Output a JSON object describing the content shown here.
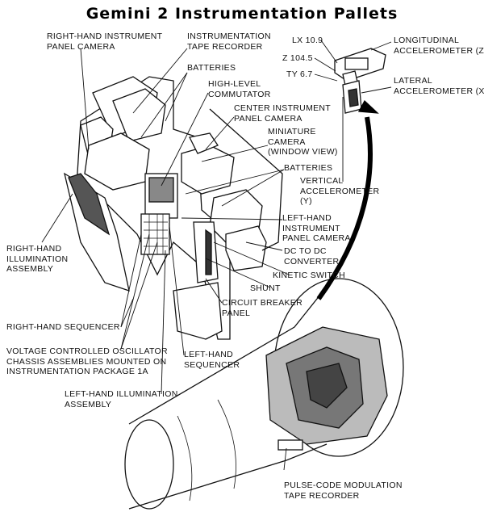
{
  "title": "Gemini 2 Instrumentation Pallets",
  "labels": {
    "rh_camera": [
      "RIGHT-HAND INSTRUMENT",
      "PANEL CAMERA"
    ],
    "tape_recorder": [
      "INSTRUMENTATION",
      "TAPE RECORDER"
    ],
    "batteries_top": [
      "BATTERIES"
    ],
    "commutator": [
      "HIGH-LEVEL",
      "COMMUTATOR"
    ],
    "center_camera": [
      "CENTER INSTRUMENT",
      "PANEL CAMERA"
    ],
    "mini_camera": [
      "MINIATURE",
      "CAMERA",
      "(WINDOW VIEW)"
    ],
    "batteries_mid": [
      "BATTERIES"
    ],
    "vertical_accel": [
      "VERTICAL",
      "ACCELEROMETER",
      "(Y)"
    ],
    "lh_camera": [
      "LEFT-HAND",
      "INSTRUMENT",
      "PANEL CAMERA"
    ],
    "converter": [
      "DC TO DC",
      "CONVERTER"
    ],
    "kinetic_switch": [
      "KINETIC SWITCH"
    ],
    "shunt": [
      "SHUNT"
    ],
    "breaker": [
      "CIRCUIT BREAKER",
      "PANEL"
    ],
    "lh_sequencer": [
      "LEFT-HAND",
      "SEQUENCER"
    ],
    "rh_illumination": [
      "RIGHT-HAND",
      "ILLUMINATION",
      "ASSEMBLY"
    ],
    "rh_sequencer": [
      "RIGHT-HAND SEQUENCER"
    ],
    "vco": [
      "VOLTAGE CONTROLLED OSCILLATOR",
      "CHASSIS ASSEMBLIES MOUNTED ON",
      "INSTRUMENTATION PACKAGE 1A"
    ],
    "lh_illumination": [
      "LEFT-HAND ILLUMINATION",
      "ASSEMBLY"
    ],
    "pcm_recorder": [
      "PULSE-CODE MODULATION",
      "TAPE RECORDER"
    ],
    "long_accel": [
      "LONGITUDINAL",
      "ACCELEROMETER (Z)"
    ],
    "lat_accel": [
      "LATERAL",
      "ACCELEROMETER (X)"
    ],
    "lx": [
      "LX 10.9"
    ],
    "z": [
      "Z 104.5"
    ],
    "ty": [
      "TY 6.7"
    ]
  }
}
